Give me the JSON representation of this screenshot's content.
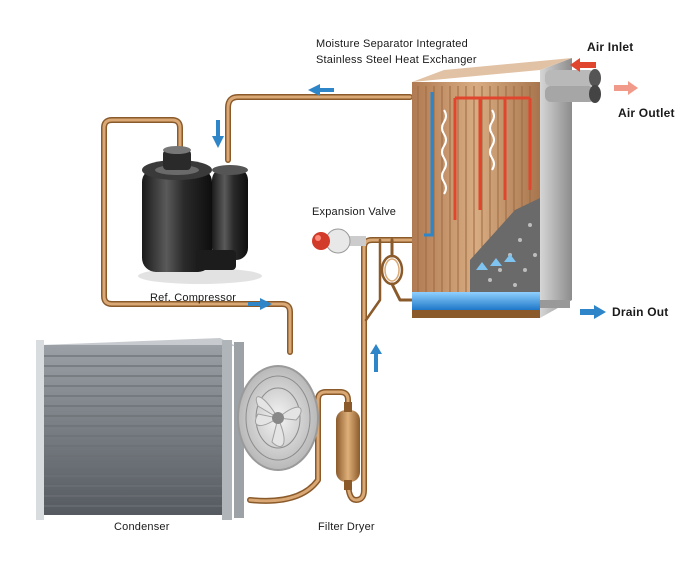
{
  "diagram": {
    "heat_exchanger_title_line1": "Moisture Separator Integrated",
    "heat_exchanger_title_line2": "Stainless Steel Heat Exchanger",
    "air_inlet": "Air Inlet",
    "air_outlet": "Air Outlet",
    "expansion_valve": "Expansion Valve",
    "ref_compressor": "Ref. Compressor",
    "drain_out": "Drain Out",
    "condenser": "Condenser",
    "filter_dryer": "Filter Dryer"
  },
  "colors": {
    "pipe": "#c9955c",
    "pipe_dark": "#8a5a2b",
    "flow_arrow": "#2e86c8",
    "air_inlet_arrow": "#e0452e",
    "air_outlet_arrow": "#f29a8a",
    "compressor": "#2a2a2a",
    "heat_exchanger": "#c89a72",
    "water": "#3fa4e6"
  }
}
